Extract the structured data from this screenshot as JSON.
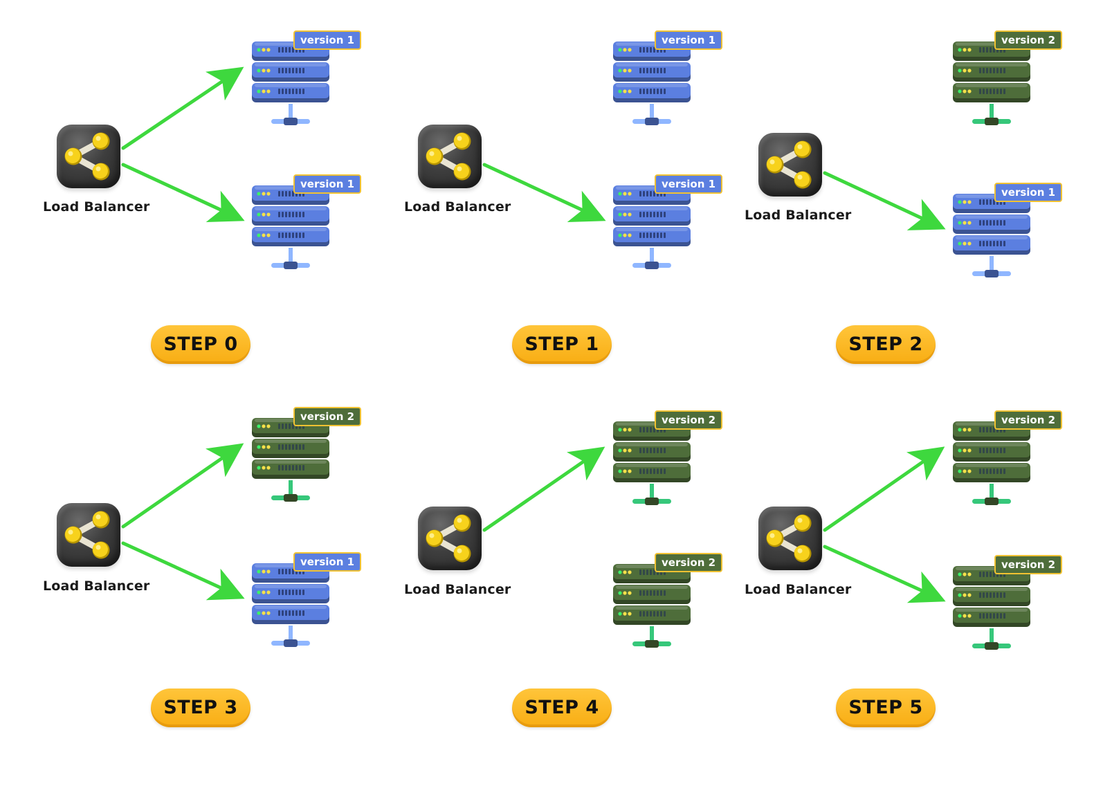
{
  "colors": {
    "arrow": "#3ed83e",
    "version1": "#5b7fe0",
    "version2": "#4e6d3a",
    "step_pill": "#fbb724",
    "badge_border": "#f1c232",
    "load_balancer": "#3a3a3a"
  },
  "steps": [
    {
      "label": "STEP 0",
      "load_balancer": "Load Balancer",
      "servers": [
        {
          "version": "version 1",
          "routed": true
        },
        {
          "version": "version 1",
          "routed": true
        }
      ]
    },
    {
      "label": "STEP 1",
      "load_balancer": "Load Balancer",
      "servers": [
        {
          "version": "version 1",
          "routed": false
        },
        {
          "version": "version 1",
          "routed": true
        }
      ]
    },
    {
      "label": "STEP 2",
      "load_balancer": "Load Balancer",
      "servers": [
        {
          "version": "version 2",
          "routed": false
        },
        {
          "version": "version 1",
          "routed": true
        }
      ]
    },
    {
      "label": "STEP 3",
      "load_balancer": "Load Balancer",
      "servers": [
        {
          "version": "version 2",
          "routed": true
        },
        {
          "version": "version 1",
          "routed": true
        }
      ]
    },
    {
      "label": "STEP 4",
      "load_balancer": "Load Balancer",
      "servers": [
        {
          "version": "version 2",
          "routed": true
        },
        {
          "version": "version 2",
          "routed": false
        }
      ]
    },
    {
      "label": "STEP 5",
      "load_balancer": "Load Balancer",
      "servers": [
        {
          "version": "version 2",
          "routed": true
        },
        {
          "version": "version 2",
          "routed": true
        }
      ]
    }
  ]
}
